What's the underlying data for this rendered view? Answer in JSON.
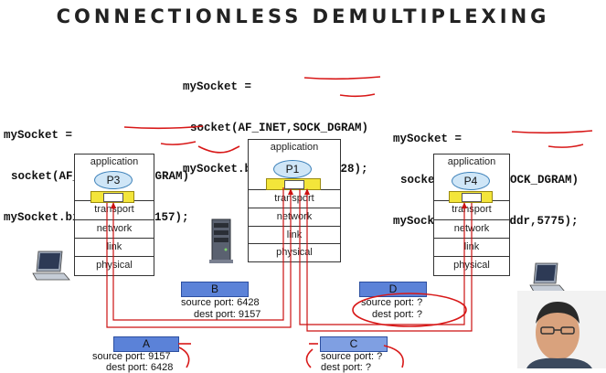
{
  "title": "CONNECTIONLESS DEMULTIPLEXING",
  "code_center": {
    "line1": "mySocket =",
    "line2": "socket(AF_INET,SOCK_DGRAM)",
    "line3": "mySocket.bind(myaddr,6428);"
  },
  "code_left": {
    "line1": "mySocket =",
    "line2": "socket(AF_INET,SOCK_DGRAM)",
    "line3": "mySocket.bind(myaddr,9157);"
  },
  "code_right": {
    "line1": "mySocket =",
    "line2": "socket(AF_INET,SOCK_DGRAM)",
    "line3": "mySocket.bind(myaddr,5775);"
  },
  "stacks": {
    "left": {
      "application": "application",
      "process": "P3",
      "transport": "transport",
      "network": "network",
      "link": "link",
      "physical": "physical"
    },
    "center": {
      "application": "application",
      "process": "P1",
      "transport": "transport",
      "network": "network",
      "link": "link",
      "physical": "physical"
    },
    "right": {
      "application": "application",
      "process": "P4",
      "transport": "transport",
      "network": "network",
      "link": "link",
      "physical": "physical"
    }
  },
  "segments": {
    "B": {
      "label": "B",
      "source": "source port: 6428",
      "dest": "dest port: 9157"
    },
    "D": {
      "label": "D",
      "source": "source port: ?",
      "dest": "dest port: ?"
    },
    "A": {
      "label": "A",
      "source": "source port: 9157",
      "dest": "dest port: 6428"
    },
    "C": {
      "label": "C",
      "source": "source port: ?",
      "dest": "dest port: ?"
    }
  },
  "colors": {
    "segment": "#5b82d8",
    "process": "#cfe6f7",
    "socket": "#f3e53a",
    "arrow": "#cc1111",
    "ink": "#d81818"
  }
}
